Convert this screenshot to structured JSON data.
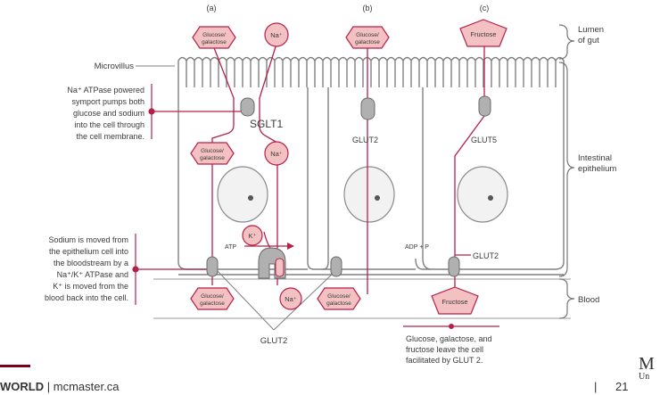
{
  "panels": {
    "a": "(a)",
    "b": "(b)",
    "c": "(c)"
  },
  "right_labels": {
    "lumen_line1": "Lumen",
    "lumen_line2": "of gut",
    "epi_line1": "Intestinal",
    "epi_line2": "epithelium",
    "blood": "Blood"
  },
  "left_labels": {
    "microvillus": "Microvillus",
    "symport": [
      "Na⁺ ATPase powered",
      "symport pumps both",
      "glucose and sodium",
      "into the cell through",
      "the cell membrane."
    ],
    "sodium": [
      "Sodium is moved from",
      "the epithelium cell into",
      "the bloodstream by a",
      "Na⁺/K⁺ ATPase and",
      "K⁺ is moved from the",
      "blood back into the cell."
    ]
  },
  "molecules": {
    "glucose_line1": "Glucose/",
    "glucose_line2": "galactose",
    "na": "Na⁺",
    "k": "K⁺",
    "fructose": "Fructose"
  },
  "transporters": {
    "sglt1": "SGLT1",
    "glut2": "GLUT2",
    "glut5": "GLUT5"
  },
  "energy": {
    "atp": "ATP",
    "adp": "ADP + P"
  },
  "caption": [
    "Glucose, galactose, and",
    "fructose leave the cell",
    "facilitated by GLUT 2."
  ],
  "footer": {
    "brand": "WORLD",
    "separator": "|",
    "site": "mcmaster.ca",
    "page": "21",
    "logo_text": "M",
    "logo_sub": "Un"
  },
  "colors": {
    "accent": "#b5214b",
    "molecule_fill": "#f3c1c1",
    "molecule_stroke": "#b5214b",
    "membrane": "#808080",
    "transporter": "#b0b0b0"
  }
}
